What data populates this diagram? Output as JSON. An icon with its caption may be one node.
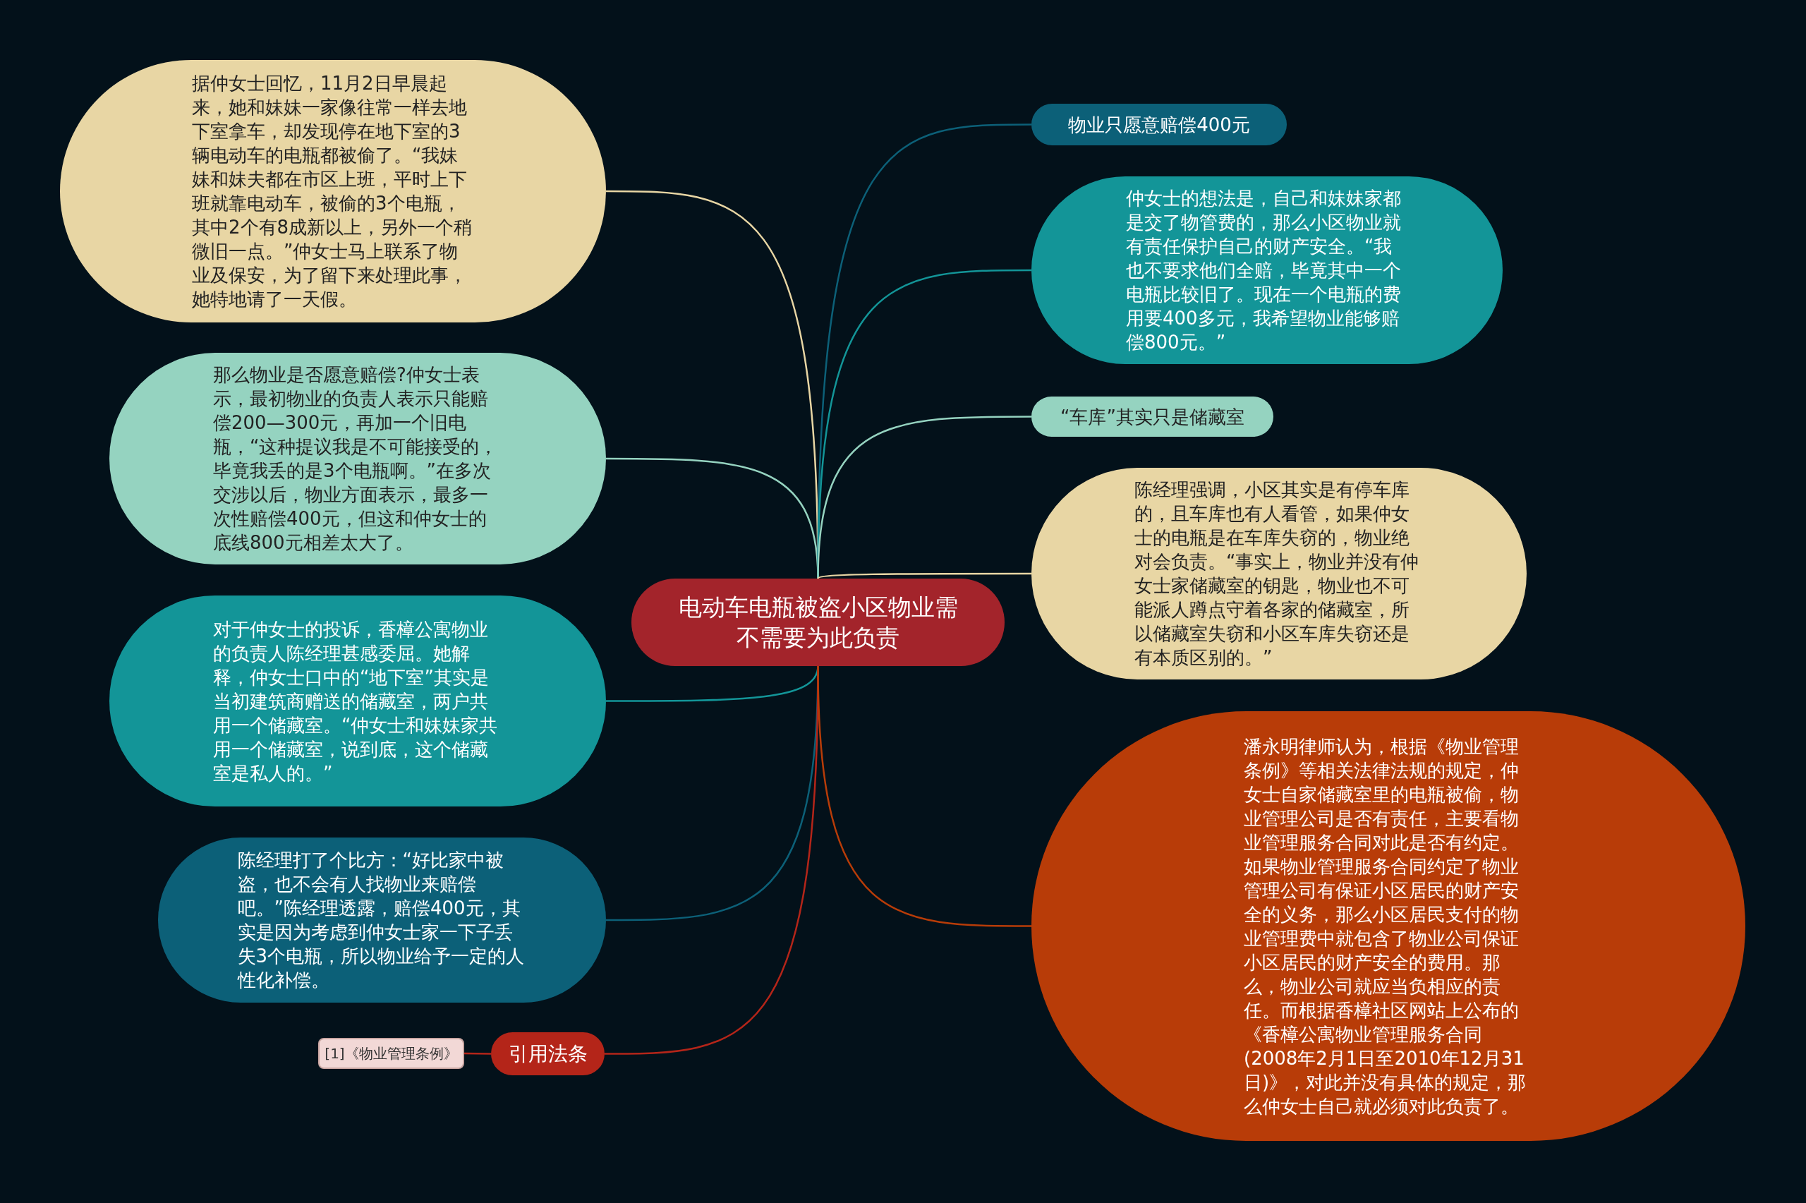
{
  "diagram": {
    "nodes": [
      {
        "text": [
          "电动车电瓶被盗小区物业需不需要为此负责"
        ]
      },
      {
        "text": [
          "据仲女士回忆，11月2日早晨起来，她和妹妹一家像往常一样去地下室拿车，却发现停在地下室的3辆电动车的电瓶都被偷了。“我妹妹和妹夫都在市区上班，平时上下班就靠电动车，被偷的3个电瓶，其中2个有8成新以上，另外一个稍微旧一点。”仲女士马上联系了物业及保安，为了留下来处理此事，她特地请了一天假。"
        ]
      },
      {
        "text": [
          "那么物业是否愿意赔偿?仲女士表示，最初物业的负责人表示只能赔偿200—300元，再加一个旧电瓶，“这种提议我是不可能接受的，毕竟我丢的是3个电瓶啊。”在多次交涉以后，物业方面表示，最多一次性赔偿400元，但这和仲女士的底线800元相差太大了。"
        ]
      },
      {
        "text": [
          "对于仲女士的投诉，香樟公寓物业的负责人陈经理甚感委屈。她解释，仲女士口中的“地下室”其实是当初建筑商赠送的储藏室，两户共用一个储藏室。“仲女士和妹妹家共用一个储藏室，说到底，这个储藏室是私人的。”"
        ]
      },
      {
        "text": [
          "陈经理打了个比方：“好比家中被盗，也不会有人找物业来赔偿吧。”陈经理透露，赔偿400元，其实是因为考虑到仲女士家一下子丢失3个电瓶，所以物业给予一定的人性化补偿。"
        ]
      },
      {
        "text": [
          "引用法条"
        ]
      },
      {
        "text": [
          "[1]《物业管理条例》"
        ]
      },
      {
        "text": [
          "物业只愿意赔偿400元"
        ]
      },
      {
        "text": [
          "仲女士的想法是，自己和妹妹家都是交了物管费的，那么小区物业就有责任保护自己的财产安全。“我也不要求他们全赔，毕竟其中一个电瓶比较旧了。现在一个电瓶的费用要400多元，我希望物业能够赔偿800元。”"
        ]
      },
      {
        "text": [
          "“车库”其实只是储藏室"
        ]
      },
      {
        "text": [
          "陈经理强调，小区其实是有停车库的，且车库也有人看管，如果仲女士的电瓶是在车库失窃的，物业绝对会负责。“事实上，物业并没有仲女士家储藏室的钥匙，物业也不可能派人蹲点守着各家的储藏室，所以储藏室失窃和小区车库失窃还是有本质区别的。”"
        ]
      },
      {
        "text": [
          "潘永明律师认为，根据《物业管理条例》等相关法律法规的规定，仲女士自家储藏室里的电瓶被偷，物业管理公司是否有责任，主要看物业管理服务合同对此是否有约定。如果物业管理服务合同约定了物业管理公司有保证小区居民的财产安全的义务，那么小区居民支付的物业管理费中就包含了物业公司保证小区居民的财产安全的费用。那么，物业公司就应当负相应的责任。而根据香樟社区网站上公布的《香樟公寓物业管理服务合同(2008年2月1日至2010年12月31日)》，对此并没有具体的规定，那么仲女士自己就必须对此负责了。"
        ]
      }
    ],
    "edges": [
      {
        "from": 0,
        "to": 1,
        "arrow": "none",
        "color": "#e8d6a4"
      },
      {
        "from": 0,
        "to": 2,
        "arrow": "none",
        "color": "#95d3c0"
      },
      {
        "from": 0,
        "to": 3,
        "arrow": "none",
        "color": "#139598"
      },
      {
        "from": 0,
        "to": 4,
        "arrow": "none",
        "color": "#0c6078"
      },
      {
        "from": 0,
        "to": 5,
        "arrow": "none",
        "color": "#b42519"
      },
      {
        "from": 5,
        "to": 6,
        "arrow": "none",
        "color": "#b42519"
      },
      {
        "from": 0,
        "to": 7,
        "arrow": "none",
        "color": "#0c6078"
      },
      {
        "from": 0,
        "to": 8,
        "arrow": "none",
        "color": "#139598"
      },
      {
        "from": 0,
        "to": 9,
        "arrow": "none",
        "color": "#95d3c0"
      },
      {
        "from": 0,
        "to": 10,
        "arrow": "none",
        "color": "#e8d6a4"
      },
      {
        "from": 0,
        "to": 11,
        "arrow": "none",
        "color": "#b83c08"
      }
    ]
  }
}
